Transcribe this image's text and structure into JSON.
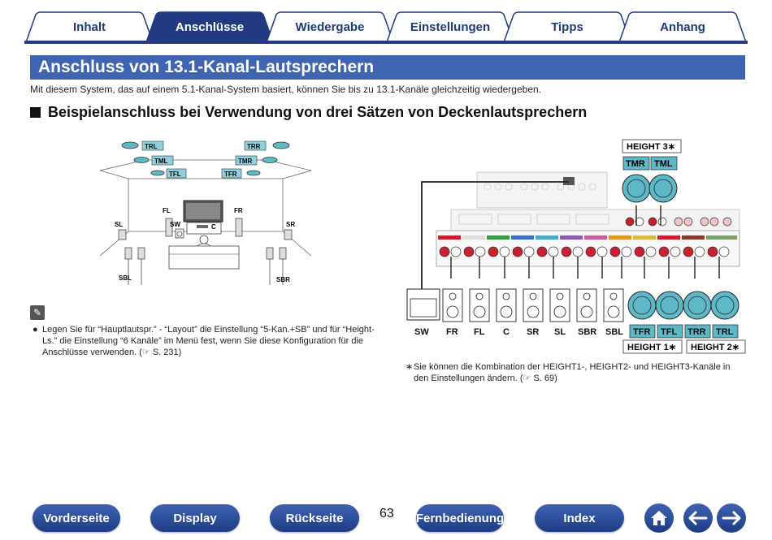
{
  "tabs": [
    {
      "label": "Inhalt",
      "active": false
    },
    {
      "label": "Anschlüsse",
      "active": true
    },
    {
      "label": "Wiedergabe",
      "active": false
    },
    {
      "label": "Einstellungen",
      "active": false
    },
    {
      "label": "Tipps",
      "active": false
    },
    {
      "label": "Anhang",
      "active": false
    }
  ],
  "page": {
    "heading": "Anschluss von 13.1-Kanal-Lautsprechern",
    "intro": "Mit diesem System, das auf einem 5.1-Kanal-System basiert, können Sie bis zu 13.1-Kanäle gleichzeitig wiedergeben.",
    "section_title": "Beispielanschluss bei Verwendung von drei Sätzen von Deckenlautsprechern"
  },
  "room": {
    "labels": {
      "trl": "TRL",
      "trr": "TRR",
      "tml": "TML",
      "tmr": "TMR",
      "tfl": "TFL",
      "tfr": "TFR",
      "fl": "FL",
      "fr": "FR",
      "sl": "SL",
      "sr": "SR",
      "sw": "SW",
      "c": "C",
      "sbl": "SBL",
      "sbr": "SBR"
    }
  },
  "wiring": {
    "height3": "HEIGHT 3∗",
    "height1": "HEIGHT 1∗",
    "height2": "HEIGHT 2∗",
    "top_speakers": [
      "TMR",
      "TML"
    ],
    "floor_labels": [
      "SW",
      "FR",
      "FL",
      "C",
      "SR",
      "SL",
      "SBR",
      "SBL"
    ],
    "height_labels": [
      "TFR",
      "TFL",
      "TRR",
      "TRL"
    ]
  },
  "notes": {
    "left_bullet": "●",
    "left_text": "Legen Sie für “Hauptlautspr.” - “Layout” die Einstellung “5-Kan.+SB” und für “Height-Ls.” die Einstellung “6 Kanäle” im Menü fest, wenn Sie diese Konfiguration für die Anschlüsse verwenden.  (☞ S. 231)",
    "right_star": "∗",
    "right_text": "Sie können die Kombination der HEIGHT1-, HEIGHT2- und HEIGHT3-Kanäle in den Einstellungen ändern.  (☞ S. 69)"
  },
  "nav": {
    "vorderseite": "Vorderseite",
    "display": "Display",
    "rueckseite": "Rückseite",
    "page_number": "63",
    "fernbedienung": "Fernbedienung",
    "index": "Index"
  },
  "colors": {
    "accent": "#3f64b1",
    "tab_dark": "#233a82",
    "speaker": "#5fb8c8",
    "connector_red": "#c8202f"
  }
}
